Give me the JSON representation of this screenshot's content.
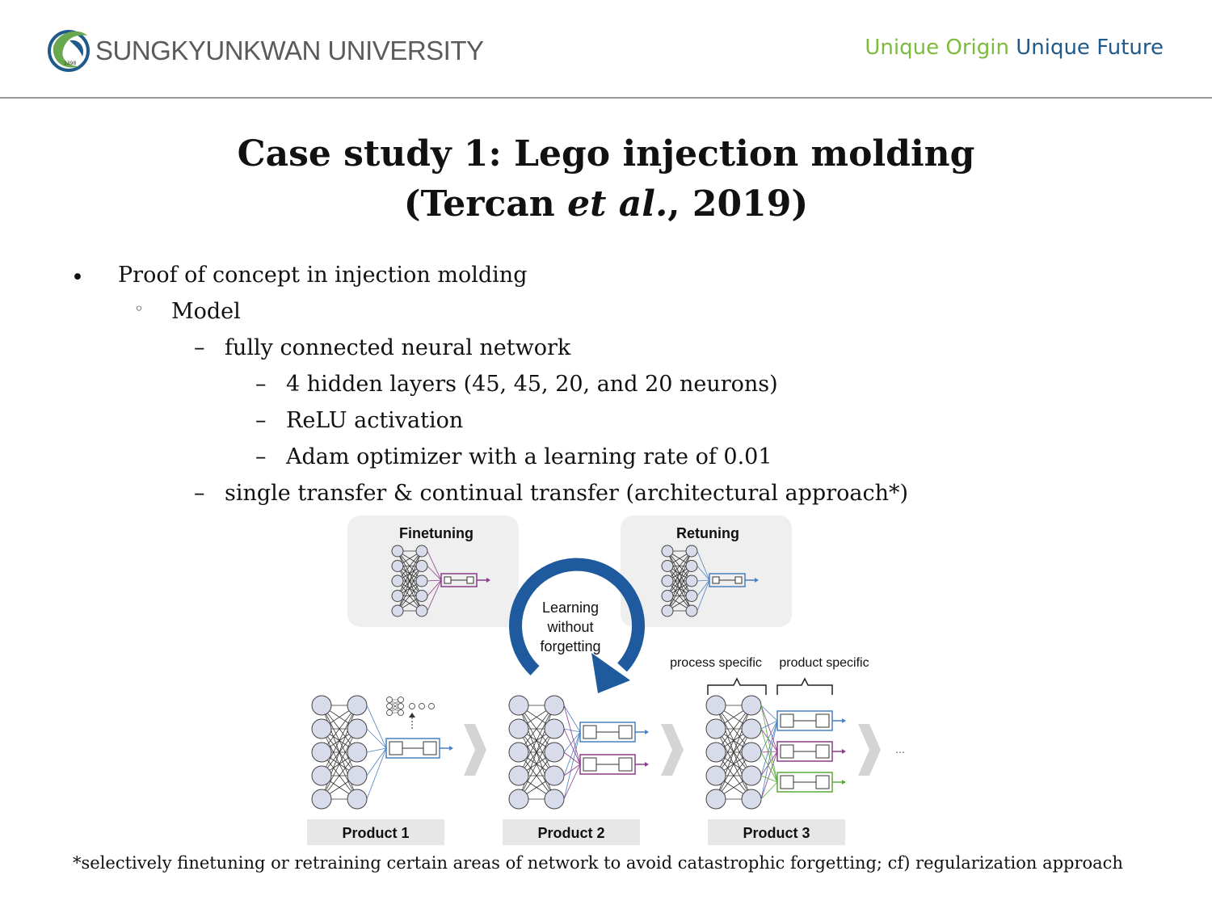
{
  "header": {
    "logo_year": "1398",
    "university_name": "SUNGKYUNKWAN UNIVERSITY",
    "slogan_part1": "Unique Origin",
    "slogan_part2": "Unique Future",
    "colors": {
      "slogan_green": "#7dbb3d",
      "slogan_blue": "#1f5a8a",
      "logo_green": "#6aa84f",
      "logo_blue": "#1f5a8a"
    }
  },
  "title": {
    "line1": "Case study 1: Lego injection molding",
    "line2_open": "(Tercan ",
    "line2_italic": "et al.",
    "line2_close": ", 2019)"
  },
  "bullets": [
    {
      "marker": "•",
      "text": "Proof of concept in injection molding"
    },
    {
      "marker": "◦",
      "text": "Model"
    },
    {
      "marker": "–",
      "text": "fully connected neural network"
    },
    {
      "marker": "–",
      "text": "4 hidden layers (45, 45, 20, and 20 neurons)"
    },
    {
      "marker": "–",
      "text": "ReLU activation"
    },
    {
      "marker": "–",
      "text": "Adam optimizer with a learning rate of 0.01"
    },
    {
      "marker": "–",
      "text": "single transfer & continual transfer (architectural approach*)"
    }
  ],
  "figure": {
    "finetuning_label": "Finetuning",
    "retuning_label": "Retuning",
    "lwf_line1": "Learning",
    "lwf_line2": "without",
    "lwf_line3": "forgetting",
    "process_specific": "process specific",
    "product_specific": "product specific",
    "ellipsis": "...",
    "product1": "Product 1",
    "product2": "Product 2",
    "product3": "Product 3",
    "colors": {
      "arrow_blue": "#1f5a9e",
      "head_blue": "#4a7fc1",
      "head_purple": "#8a3a8a",
      "head_green": "#5aaa3a",
      "node_fill": "#d8dcea",
      "panel_gray": "#efefef"
    }
  },
  "footnote": "*selectively finetuning or retraining certain areas of network to avoid catastrophic forgetting; cf) regularization approach"
}
